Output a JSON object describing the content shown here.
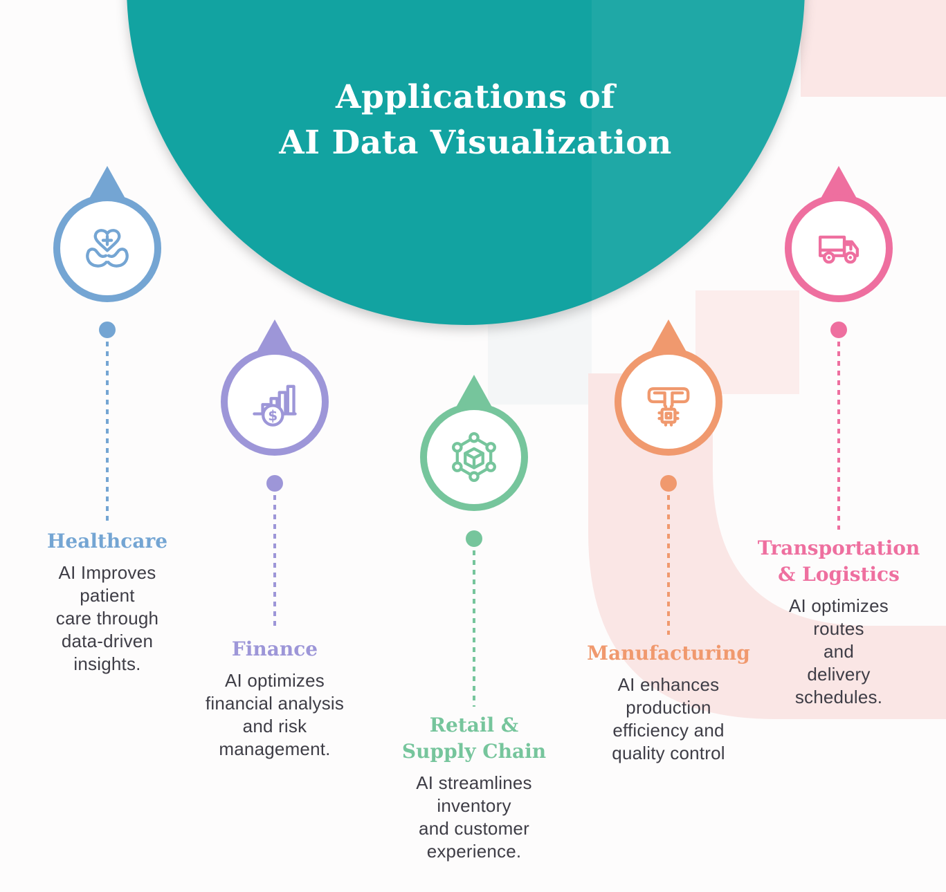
{
  "title": {
    "text": "Applications of\nAI Data Visualization"
  },
  "background": {
    "teal": "#12A3A1",
    "page": "#FDFCFC",
    "pale_pink_square": "#FBE7E6",
    "pink_square": "#FCEDEC",
    "gray_square": "#F4F6F7",
    "curved_band_pink": "#FAE6E5"
  },
  "body_text_color": "#3E3D46",
  "sections": [
    {
      "id": "healthcare",
      "label": "Healthcare",
      "description": "AI Improves\npatient\ncare through\ndata-driven\ninsights.",
      "color": "#74A5D3",
      "icon": "hands-holding-medical-heart-icon"
    },
    {
      "id": "finance",
      "label": "Finance",
      "description": "AI optimizes\nfinancial analysis\nand risk\nmanagement.",
      "color": "#9D96D8",
      "icon": "growth-bars-dollar-icon"
    },
    {
      "id": "retail-supply-chain",
      "label": "Retail &\nSupply Chain",
      "description": "AI streamlines\ninventory\nand customer\nexperience.",
      "color": "#76C59C",
      "icon": "network-cube-icon"
    },
    {
      "id": "manufacturing",
      "label": "Manufacturing",
      "description": "AI enhances\nproduction\nefficiency and\nquality control",
      "color": "#F0996E",
      "icon": "robotic-machine-chip-icon"
    },
    {
      "id": "transportation-logistics",
      "label": "Transportation\n& Logistics",
      "description": "AI optimizes\nroutes\nand\ndelivery\nschedules.",
      "color": "#EE6F9F",
      "icon": "delivery-truck-icon"
    }
  ]
}
